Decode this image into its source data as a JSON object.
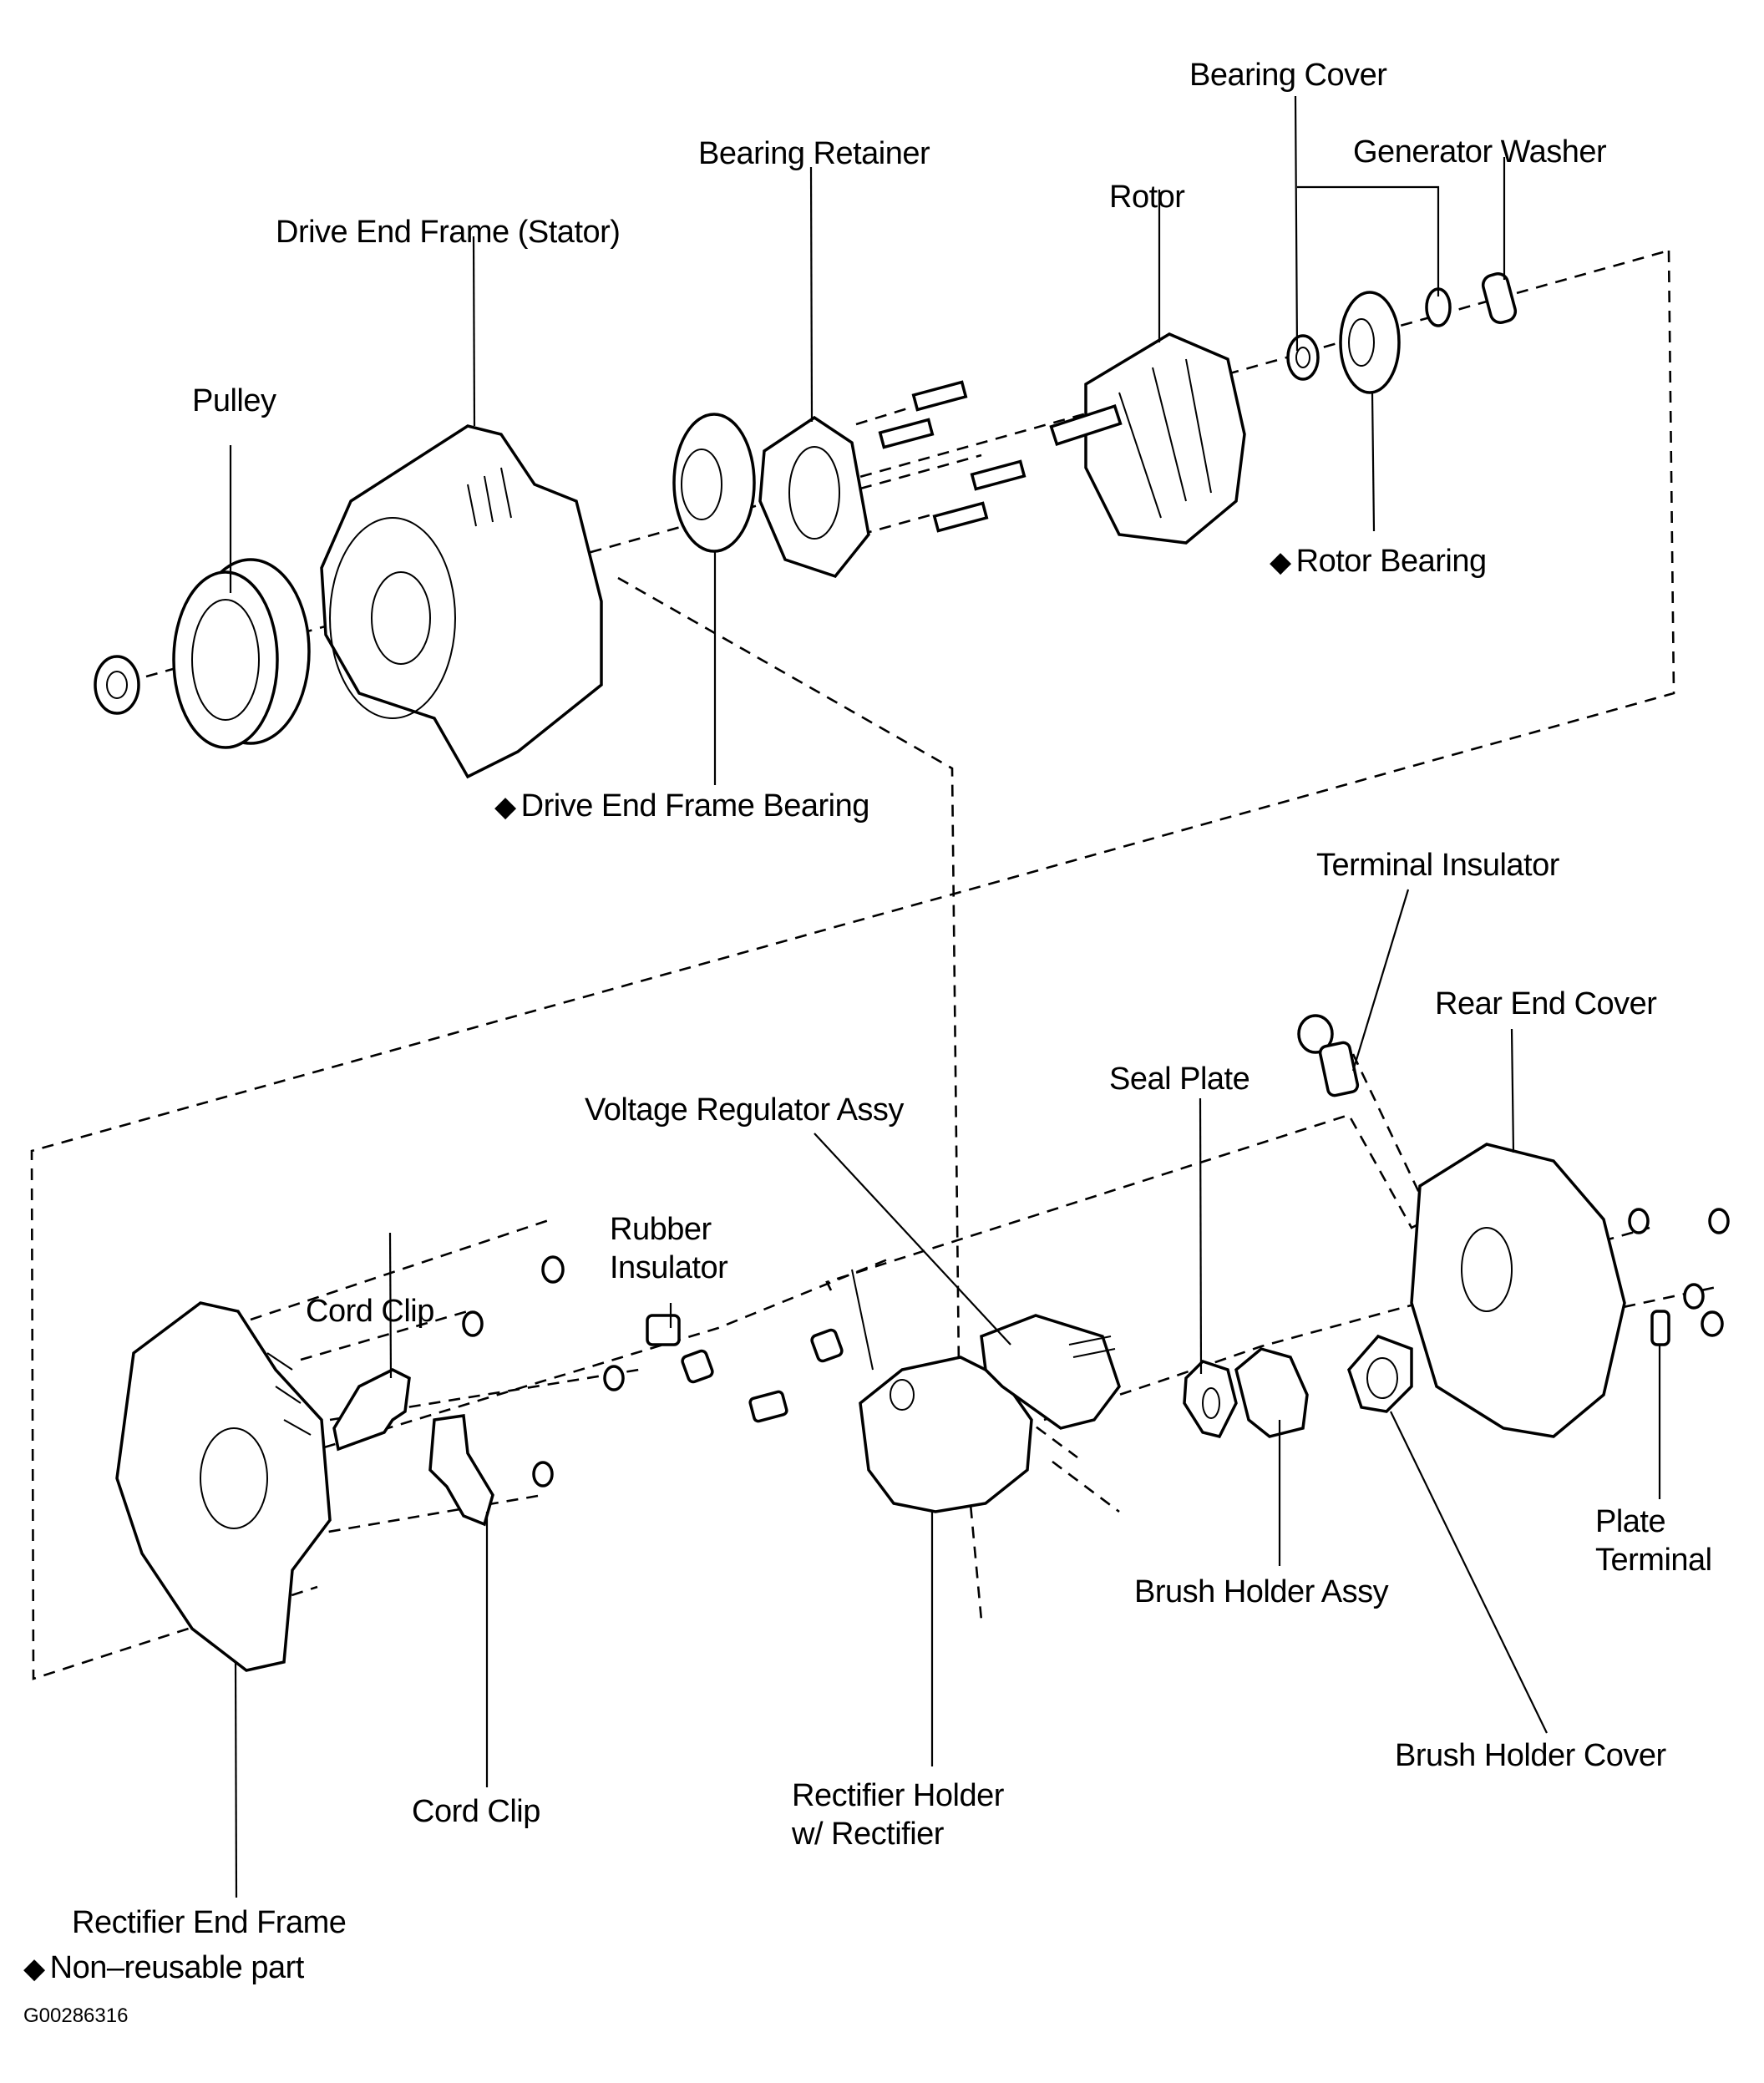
{
  "diagram": {
    "title": "Alternator Exploded View",
    "figure_id": "G00286316",
    "legend": {
      "symbol": "◆",
      "text": "Non–reusable part"
    },
    "labels": {
      "bearing_cover": "Bearing Cover",
      "generator_washer": "Generator Washer",
      "bearing_retainer": "Bearing Retainer",
      "rotor": "Rotor",
      "drive_end_frame_stator": "Drive End Frame (Stator)",
      "pulley": "Pulley",
      "rotor_bearing": "Rotor Bearing",
      "drive_end_frame_bearing": "Drive End Frame Bearing",
      "terminal_insulator": "Terminal Insulator",
      "rear_end_cover": "Rear End Cover",
      "seal_plate": "Seal Plate",
      "voltage_regulator_assy": "Voltage Regulator Assy",
      "rubber_insulator": "Rubber\nInsulator",
      "cord_clip_upper": "Cord Clip",
      "cord_clip_lower": "Cord Clip",
      "brush_holder_assy": "Brush Holder Assy",
      "plate_terminal": "Plate\nTerminal",
      "brush_holder_cover": "Brush Holder Cover",
      "rectifier_holder": "Rectifier Holder\nw/ Rectifier",
      "rectifier_end_frame": "Rectifier End Frame"
    },
    "non_reusable_parts": [
      "Rotor Bearing",
      "Drive End Frame Bearing"
    ]
  }
}
